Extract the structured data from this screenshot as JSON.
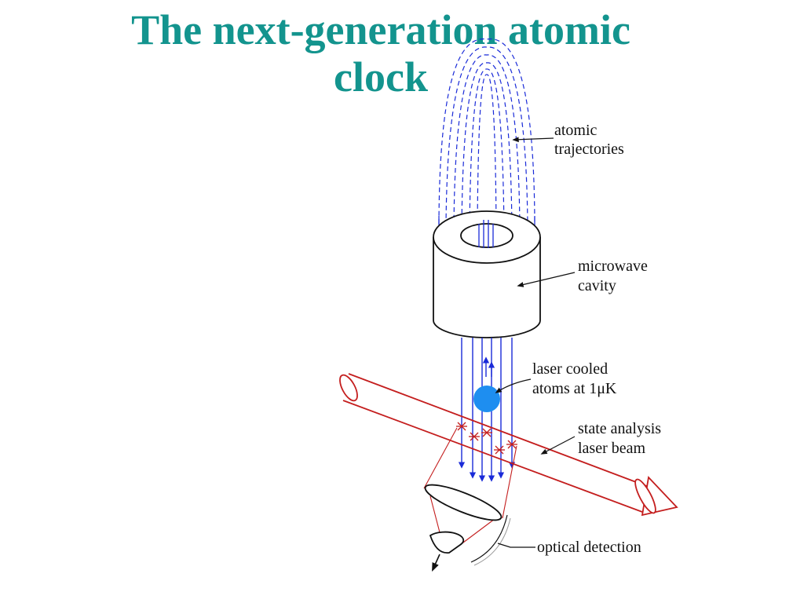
{
  "slide": {
    "title_line1": "The next-generation atomic",
    "title_line2": "clock",
    "title_color": "#13948e"
  },
  "diagram": {
    "labels": {
      "trajectories_line1": "atomic",
      "trajectories_line2": "trajectories",
      "cavity_line1": "microwave",
      "cavity_line2": "cavity",
      "cooled_line1": "laser cooled",
      "cooled_line2": "atoms at 1μK",
      "beam_line1": "state analysis",
      "beam_line2": "laser beam",
      "detection": "optical detection"
    },
    "colors": {
      "trajectory": "#1a2bd8",
      "atoms": "#1e8ef0",
      "laser": "#c41e1e",
      "outline": "#111111"
    }
  }
}
